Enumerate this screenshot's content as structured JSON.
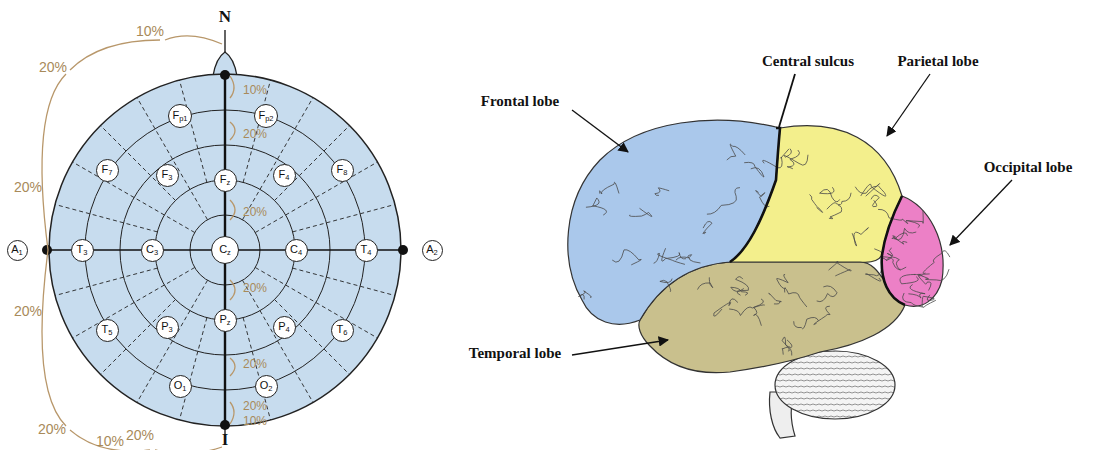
{
  "diagram": {
    "nodes": [
      {
        "text": [
          "Fp1"
        ]
      },
      {
        "text": [
          "Fp2"
        ]
      },
      {
        "text": [
          "F7"
        ]
      },
      {
        "text": [
          "F3"
        ]
      },
      {
        "text": [
          "Fz"
        ]
      },
      {
        "text": [
          "F4"
        ]
      },
      {
        "text": [
          "F8"
        ]
      },
      {
        "text": [
          "A1"
        ]
      },
      {
        "text": [
          "T3"
        ]
      },
      {
        "text": [
          "C3"
        ]
      },
      {
        "text": [
          "Cz"
        ]
      },
      {
        "text": [
          "C4"
        ]
      },
      {
        "text": [
          "T4"
        ]
      },
      {
        "text": [
          "A2"
        ]
      },
      {
        "text": [
          "T5"
        ]
      },
      {
        "text": [
          "P3"
        ]
      },
      {
        "text": [
          "Pz"
        ]
      },
      {
        "text": [
          "P4"
        ]
      },
      {
        "text": [
          "T6"
        ]
      },
      {
        "text": [
          "O1"
        ]
      },
      {
        "text": [
          "O2"
        ]
      }
    ],
    "labels": [
      "N",
      "10%",
      "10%",
      "20%",
      "20%",
      "20%",
      "20%",
      "20%",
      "20%",
      "20%",
      "20%",
      "20%",
      "20%",
      "10%",
      "10%",
      "I",
      "Central sulcus",
      "Parietal lobe",
      "Frontal lobe",
      "Occipital lobe",
      "Temporal lobe"
    ]
  }
}
